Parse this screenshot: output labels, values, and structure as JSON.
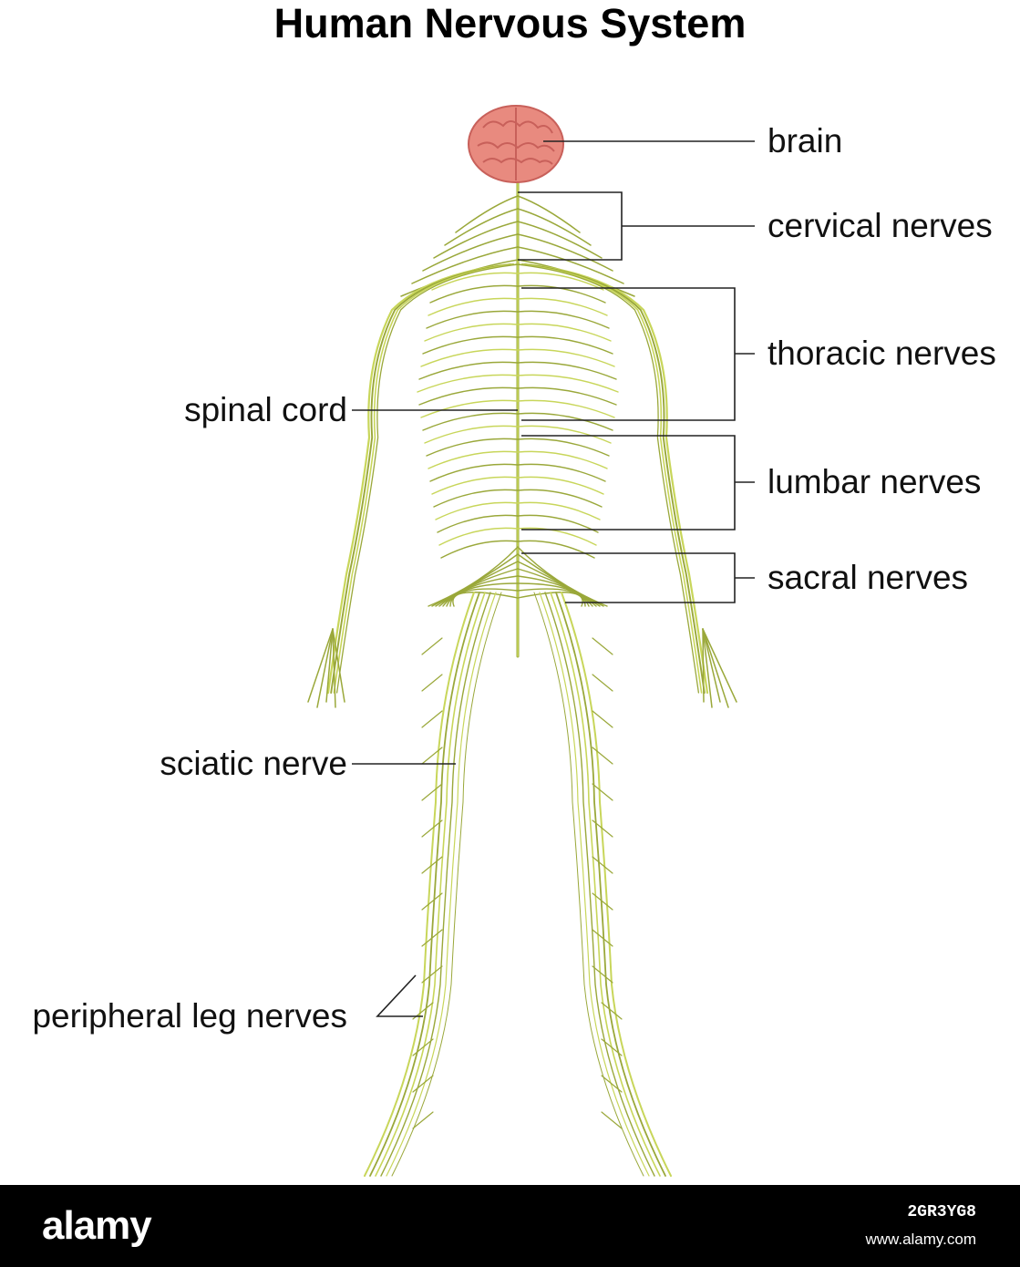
{
  "title": "Human Nervous System",
  "labels": {
    "brain": "brain",
    "cervical": "cervical nerves",
    "thoracic": "thoracic nerves",
    "lumbar": "lumbar nerves",
    "sacral": "sacral nerves",
    "spinal_cord": "spinal cord",
    "sciatic": "sciatic nerve",
    "peripheral_leg": "peripheral leg nerves"
  },
  "colors": {
    "nerve": "#c8d65a",
    "nerve_dark": "#9aa83a",
    "brain": "#e88a7f",
    "brain_dark": "#c8605a",
    "leader": "#222222"
  },
  "footer": {
    "logo": "alamy",
    "image_id": "2GR3YG8",
    "site": "www.alamy.com"
  }
}
